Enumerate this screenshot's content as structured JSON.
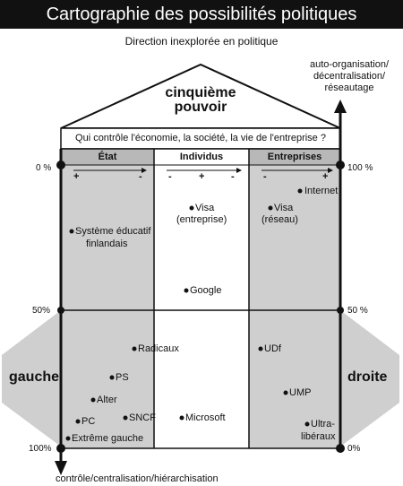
{
  "title": "Cartographie des possibilités politiques",
  "top_label": "Direction inexplorée en politique",
  "top_axis_label": [
    "auto-organisation/",
    "décentralisation/",
    "réseautage"
  ],
  "bottom_axis_label": "contrôle/centralisation/hiérarchisation",
  "roof_label": [
    "cinquième",
    "pouvoir"
  ],
  "question": "Qui contrôle l'économie, la société, la vie de l'entreprise ?",
  "columns": [
    {
      "label": "État",
      "scale": [
        "+",
        "-"
      ]
    },
    {
      "label": "Individus",
      "scale": [
        "-",
        "+",
        "-"
      ]
    },
    {
      "label": "Entreprises",
      "scale": [
        "-",
        "+"
      ]
    }
  ],
  "percent_labels": {
    "left_top": "0 %",
    "left_mid": "50%",
    "left_bottom": "100%",
    "right_top": "100 %",
    "right_mid": "50 %",
    "right_bottom": "0%"
  },
  "sides": {
    "left": "gauche",
    "right": "droite"
  },
  "items": [
    {
      "id": "internet",
      "lines": [
        "Internet"
      ]
    },
    {
      "id": "visa-reseau",
      "lines": [
        "Visa",
        "(réseau)"
      ]
    },
    {
      "id": "visa-entreprise",
      "lines": [
        "Visa",
        "(entreprise)"
      ]
    },
    {
      "id": "systeme-educatif",
      "lines": [
        "Système éducatif",
        "finlandais"
      ]
    },
    {
      "id": "google",
      "lines": [
        "Google"
      ]
    },
    {
      "id": "radicaux",
      "lines": [
        "Radicaux"
      ]
    },
    {
      "id": "udf",
      "lines": [
        "UDf"
      ]
    },
    {
      "id": "ps",
      "lines": [
        "PS"
      ]
    },
    {
      "id": "alter",
      "lines": [
        "Alter"
      ]
    },
    {
      "id": "ump",
      "lines": [
        "UMP"
      ]
    },
    {
      "id": "pc",
      "lines": [
        "PC"
      ]
    },
    {
      "id": "sncf",
      "lines": [
        "SNCF"
      ]
    },
    {
      "id": "microsoft",
      "lines": [
        "Microsoft"
      ]
    },
    {
      "id": "ultra-liberaux",
      "lines": [
        "Ultra-",
        "libéraux"
      ]
    },
    {
      "id": "extreme-gauche",
      "lines": [
        "Extrême gauche"
      ]
    }
  ]
}
